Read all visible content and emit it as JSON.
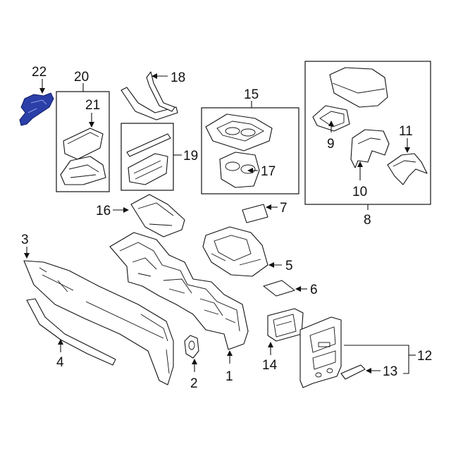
{
  "highlight_color": "#2b3fa8",
  "labels": {
    "p1": "1",
    "p2": "2",
    "p3": "3",
    "p4": "4",
    "p5": "5",
    "p6": "6",
    "p7": "7",
    "p8": "8",
    "p9": "9",
    "p10": "10",
    "p11": "11",
    "p12": "12",
    "p13": "13",
    "p14": "14",
    "p15": "15",
    "p16": "16",
    "p17": "17",
    "p18": "18",
    "p19": "19",
    "p20": "20",
    "p21": "21",
    "p22": "22"
  }
}
